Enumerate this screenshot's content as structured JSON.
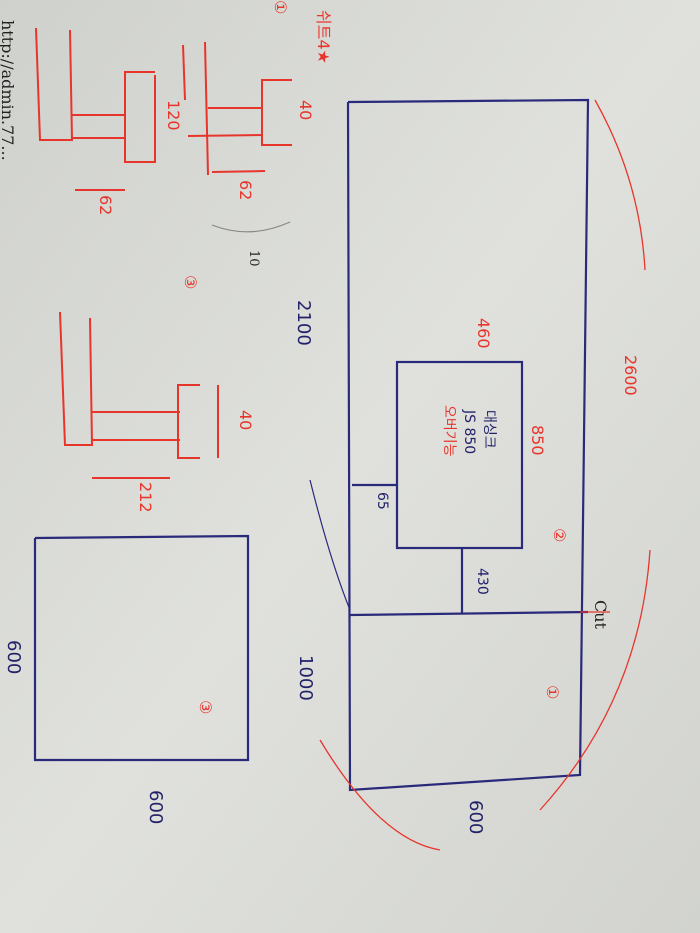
{
  "header_text": "http://admin.77...",
  "corner_note": "쉬트4★",
  "plan": {
    "overall_length": "2600",
    "overall_depth_left": "2100",
    "lower_length": "1000",
    "lower_depth": "600",
    "cut_label": "Cut",
    "section_1": "①",
    "section_2": "②",
    "sink_label": "대싱크",
    "sink_model": "JS 850",
    "sink_note": "오버기능",
    "sink_width": "850",
    "sink_depth": "460",
    "gap_to_edge": "430",
    "front_gap": "65"
  },
  "square": {
    "label": "③",
    "width": "600",
    "height": "600"
  },
  "profiles": {
    "profile_1": {
      "label": "①",
      "thickness": "40",
      "offset": "62"
    },
    "profile_2": {
      "thickness": "120",
      "offset": "62"
    },
    "profile_3": {
      "label": "③",
      "thickness": "40",
      "offset": "212",
      "note": "10"
    }
  },
  "colors": {
    "ink_blue": "#2a2a7a",
    "ink_red": "#e8352c",
    "paper": "#d9dad6"
  }
}
